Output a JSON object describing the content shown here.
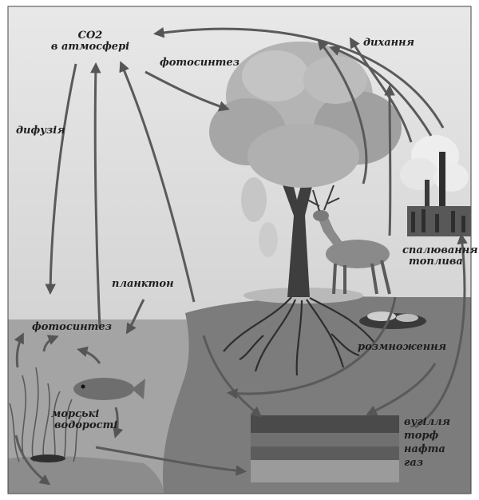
{
  "labels": {
    "co2_line1": "CO2",
    "co2_line2": "в атмосфері",
    "photosynthesis_land": "фотосинтез",
    "respiration": "дихання",
    "diffusion": "дифузія",
    "fuel_burning_line1": "спалювання",
    "fuel_burning_line2": "топлива",
    "plankton": "планктон",
    "photosynthesis_sea": "фотосинтез",
    "decomposition": "розмноження",
    "seaweed_line1": "морські",
    "seaweed_line2": "водорості",
    "fossil_coal": "вугілля",
    "fossil_peat": "торф",
    "fossil_oil": "нафта",
    "fossil_gas": "газ"
  },
  "colors": {
    "sky": "#dedede",
    "sea": "#9a9a9a",
    "land": "#7a7a7a",
    "arrow": "#5a5a5a",
    "coal_band": "#4a4a4a",
    "peat_band": "#707070",
    "oil_band": "#5c5c5c",
    "gas_band": "#9b9b9b"
  },
  "icons": [
    "tree-icon",
    "deer-icon",
    "factory-icon",
    "fish-icon",
    "seaweed-icon",
    "decomposing-matter-icon"
  ]
}
